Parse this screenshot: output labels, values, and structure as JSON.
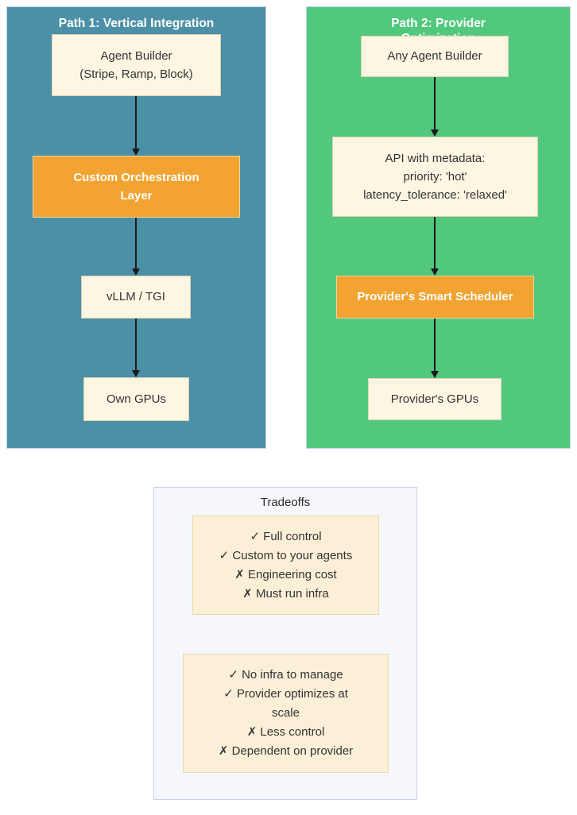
{
  "path1": {
    "title": "Path 1: Vertical Integration",
    "agent_builder": "Agent Builder\n(Stripe, Ramp, Block)",
    "orchestration": "Custom Orchestration\nLayer",
    "vllm": "vLLM / TGI",
    "own_gpus": "Own GPUs"
  },
  "path2": {
    "title": "Path 2: Provider\nOptimization",
    "any_agent_builder": "Any Agent Builder",
    "api_metadata": "API with metadata:\npriority: 'hot'\nlatency_tolerance: 'relaxed'",
    "scheduler": "Provider's Smart Scheduler",
    "provider_gpus": "Provider's GPUs"
  },
  "tradeoffs": {
    "title": "Tradeoffs",
    "vertical": [
      "✓ Full control",
      "✓ Custom to your agents",
      "✗ Engineering cost",
      "✗ Must run infra"
    ],
    "provider": [
      "✓ No infra to manage",
      "✓ Provider optimizes at\nscale",
      "✗ Less control",
      "✗ Dependent on provider"
    ]
  },
  "colors": {
    "path1_bg": "#4B90A6",
    "path2_bg": "#51C87D",
    "highlight_bg": "#F2A331",
    "highlight_border": "#EDD4A0",
    "node_bg": "#FDF6E3",
    "node_border": "#DFD2AF",
    "tradeoff_box_bg": "#FBEFD7",
    "tradeoff_box_border": "#EBD8A6",
    "tradeoffs_bg": "#F5F7FC",
    "tradeoffs_border": "#C9D2E8",
    "cluster_border": "#C9D2E8",
    "arrow": "#1A1A1A"
  }
}
